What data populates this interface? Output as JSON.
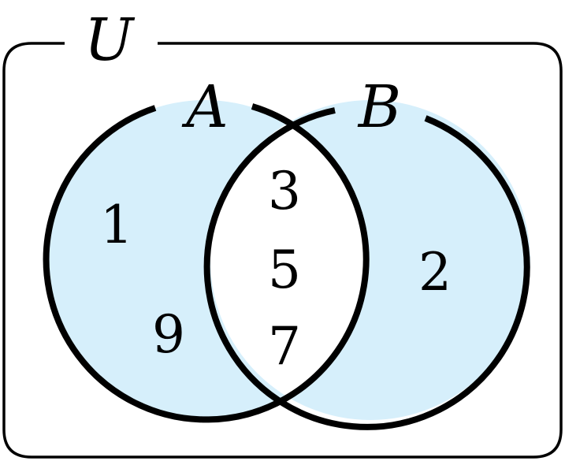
{
  "diagram": {
    "universe_label": "U",
    "set_a": {
      "label": "A",
      "only_elements": [
        "1",
        "9"
      ]
    },
    "set_b": {
      "label": "B",
      "only_elements": [
        "2"
      ]
    },
    "intersection_elements": [
      "3",
      "5",
      "7"
    ],
    "colors": {
      "fill": "#d6effb",
      "intersection_fill": "#ffffff",
      "stroke": "#000000",
      "background": "#ffffff"
    }
  }
}
